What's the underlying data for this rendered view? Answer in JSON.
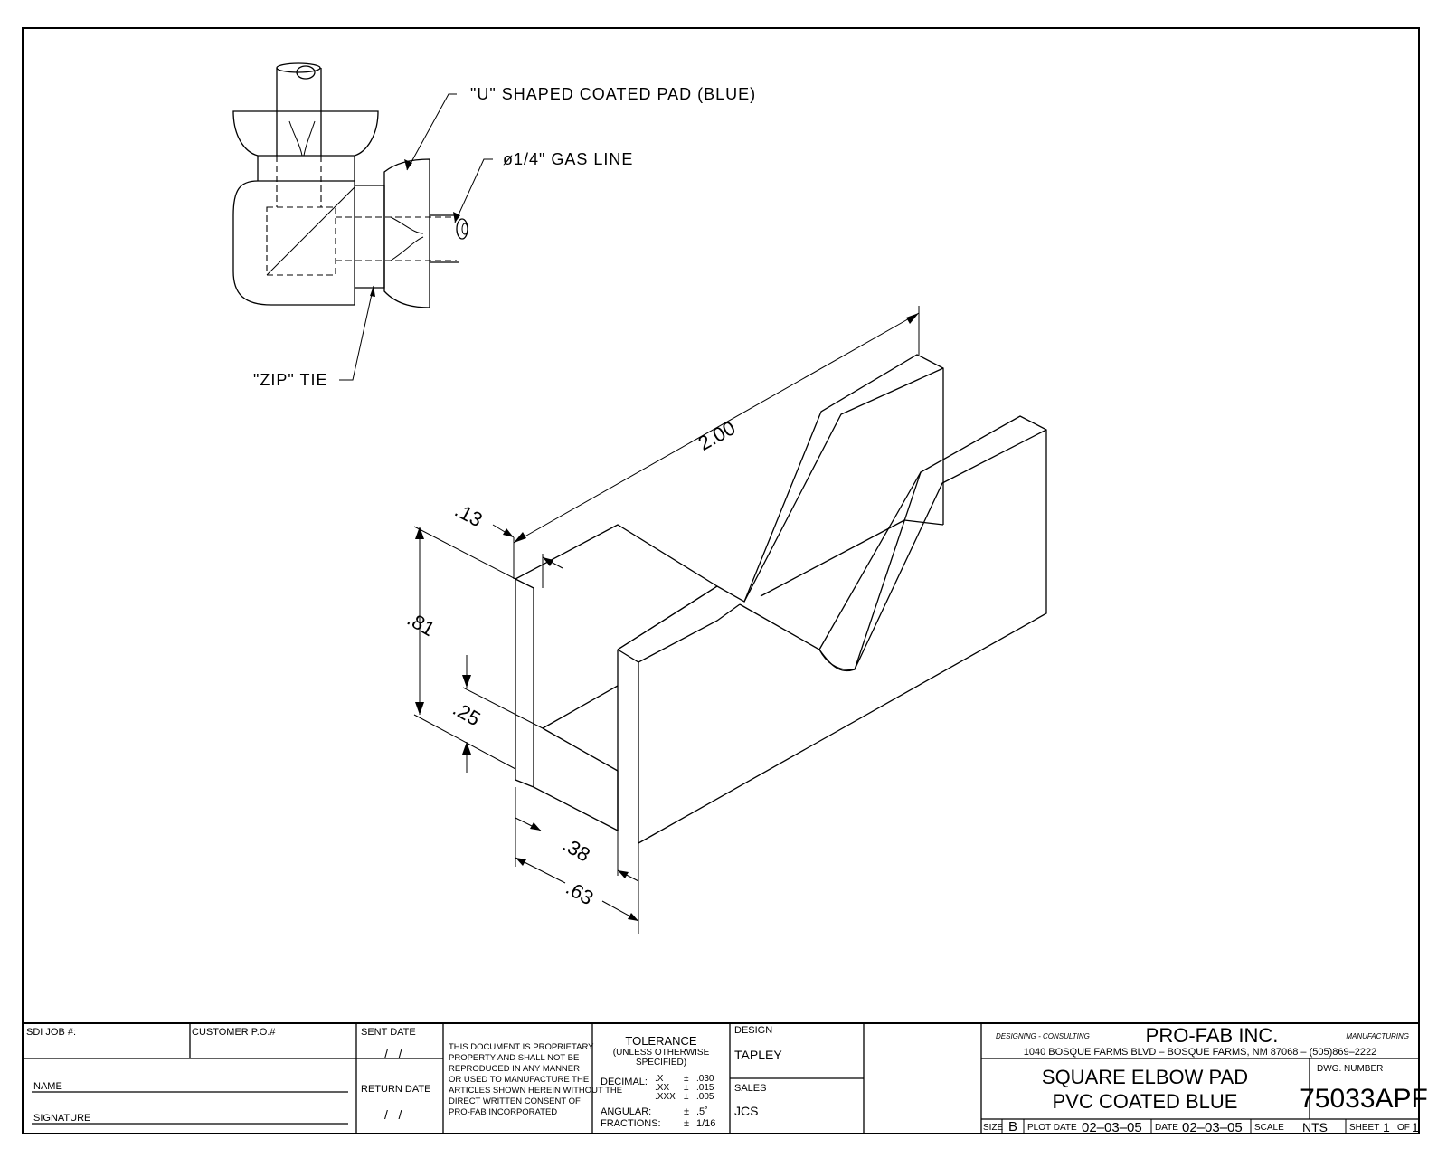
{
  "callouts": {
    "u_pad": "\"U\" SHAPED COATED PAD (BLUE)",
    "gas_line": "ø1/4\" GAS LINE",
    "zip_tie": "\"ZIP\" TIE"
  },
  "dimensions": {
    "length": "2.00",
    "wall": ".13",
    "height": ".81",
    "base": ".25",
    "inner": ".38",
    "width": ".63"
  },
  "title_block": {
    "sdi_job": "SDI JOB #:",
    "customer_po": "CUSTOMER P.O.#",
    "name": "NAME",
    "signature": "SIGNATURE",
    "sent_date": "SENT DATE",
    "sent_date_value": "/   /",
    "return_date": "RETURN DATE",
    "return_date_value": "/   /",
    "proprietary": [
      "THIS DOCUMENT IS PROPRIETARY",
      "PROPERTY AND SHALL NOT BE",
      "REPRODUCED IN ANY MANNER",
      "OR USED TO MANUFACTURE THE",
      "ARTICLES SHOWN HEREIN WITHOUT THE",
      "DIRECT WRITTEN CONSENT OF",
      "PRO-FAB INCORPORATED"
    ],
    "tolerance_title": "TOLERANCE",
    "tolerance_sub": [
      "(UNLESS OTHERWISE",
      "SPECIFIED)"
    ],
    "decimal_label": "DECIMAL:",
    "decimal_places": [
      ".X",
      ".XX",
      ".XXX"
    ],
    "pm": "±",
    "decimal_values": [
      ".030",
      ".015",
      ".005"
    ],
    "angular_label": "ANGULAR:",
    "angular_value": ".5˚",
    "fractions_label": "FRACTIONS:",
    "fractions_value": "1/16",
    "design_label": "DESIGN",
    "design_value": "TAPLEY",
    "sales_label": "SALES",
    "sales_value": "JCS",
    "left_tag": "DESIGNING - CONSULTING",
    "company": "PRO-FAB INC.",
    "right_tag": "MANUFACTURING",
    "address": "1040 BOSQUE FARMS BLVD – BOSQUE FARMS, NM 87068 – (505)869–2222",
    "title_line1": "SQUARE ELBOW PAD",
    "title_line2": "PVC COATED BLUE",
    "dwg_label": "DWG. NUMBER",
    "dwg_number": "75033APF",
    "size_label": "SIZE",
    "size_value": "B",
    "plot_date_label": "PLOT DATE",
    "plot_date_value": "02–03–05",
    "date_label": "DATE",
    "date_value": "02–03–05",
    "scale_label": "SCALE",
    "scale_value": "NTS",
    "sheet_label": "SHEET",
    "sheet_value": "1",
    "of_label": "OF",
    "of_value": "1"
  }
}
